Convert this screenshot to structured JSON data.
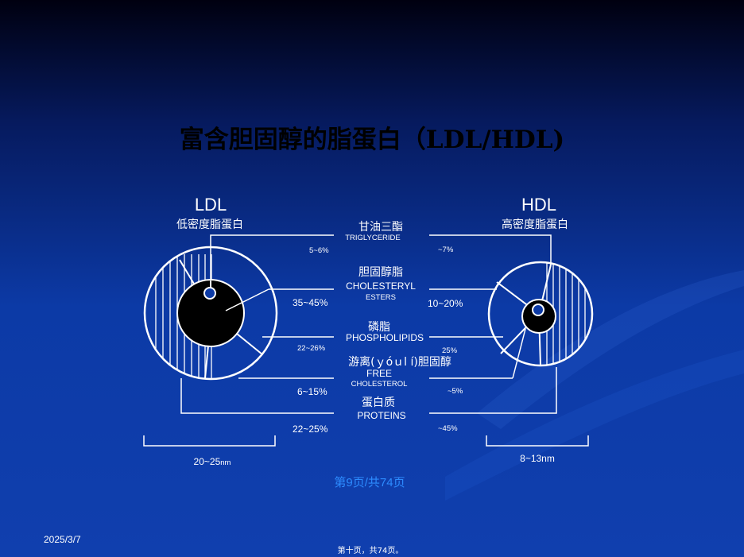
{
  "title": "富含胆固醇的脂蛋白（LDL/HDL)",
  "ldl": {
    "label": "LDL",
    "name_cn": "低密度脂蛋白",
    "size": "20~25",
    "size_unit": "nm"
  },
  "hdl": {
    "label": "HDL",
    "name_cn": "高密度脂蛋白",
    "size": "8~13nm"
  },
  "components": [
    {
      "cn": "甘油三酯",
      "en": "TRIGLYCERIDE",
      "en2": "",
      "ldl": "5~6%",
      "hdl": "~7%"
    },
    {
      "cn": "胆固醇脂",
      "en": "CHOLESTERYL",
      "en2": "ESTERS",
      "ldl": "35~45%",
      "hdl": "10~20%"
    },
    {
      "cn": "磷脂",
      "en": "PHOSPHOLIPIDS",
      "en2": "",
      "ldl": "22~26%",
      "hdl": "25%"
    },
    {
      "cn": "游离(ｙóｕl í)胆固醇",
      "en": "FREE",
      "en2": "CHOLESTEROL",
      "ldl": "6~15%",
      "hdl": "~5%"
    },
    {
      "cn": "蛋白质",
      "en": "PROTEINS",
      "en2": "",
      "ldl": "22~25%",
      "hdl": "~45%"
    }
  ],
  "pager": "第9页/共74页",
  "date": "2025/3/7",
  "footer": "第十页，共74页。",
  "colors": {
    "background": "#0c3aa6",
    "title": "#000000",
    "lines": "#ffffff",
    "core": "#000000",
    "pager": "#2d8cff"
  }
}
